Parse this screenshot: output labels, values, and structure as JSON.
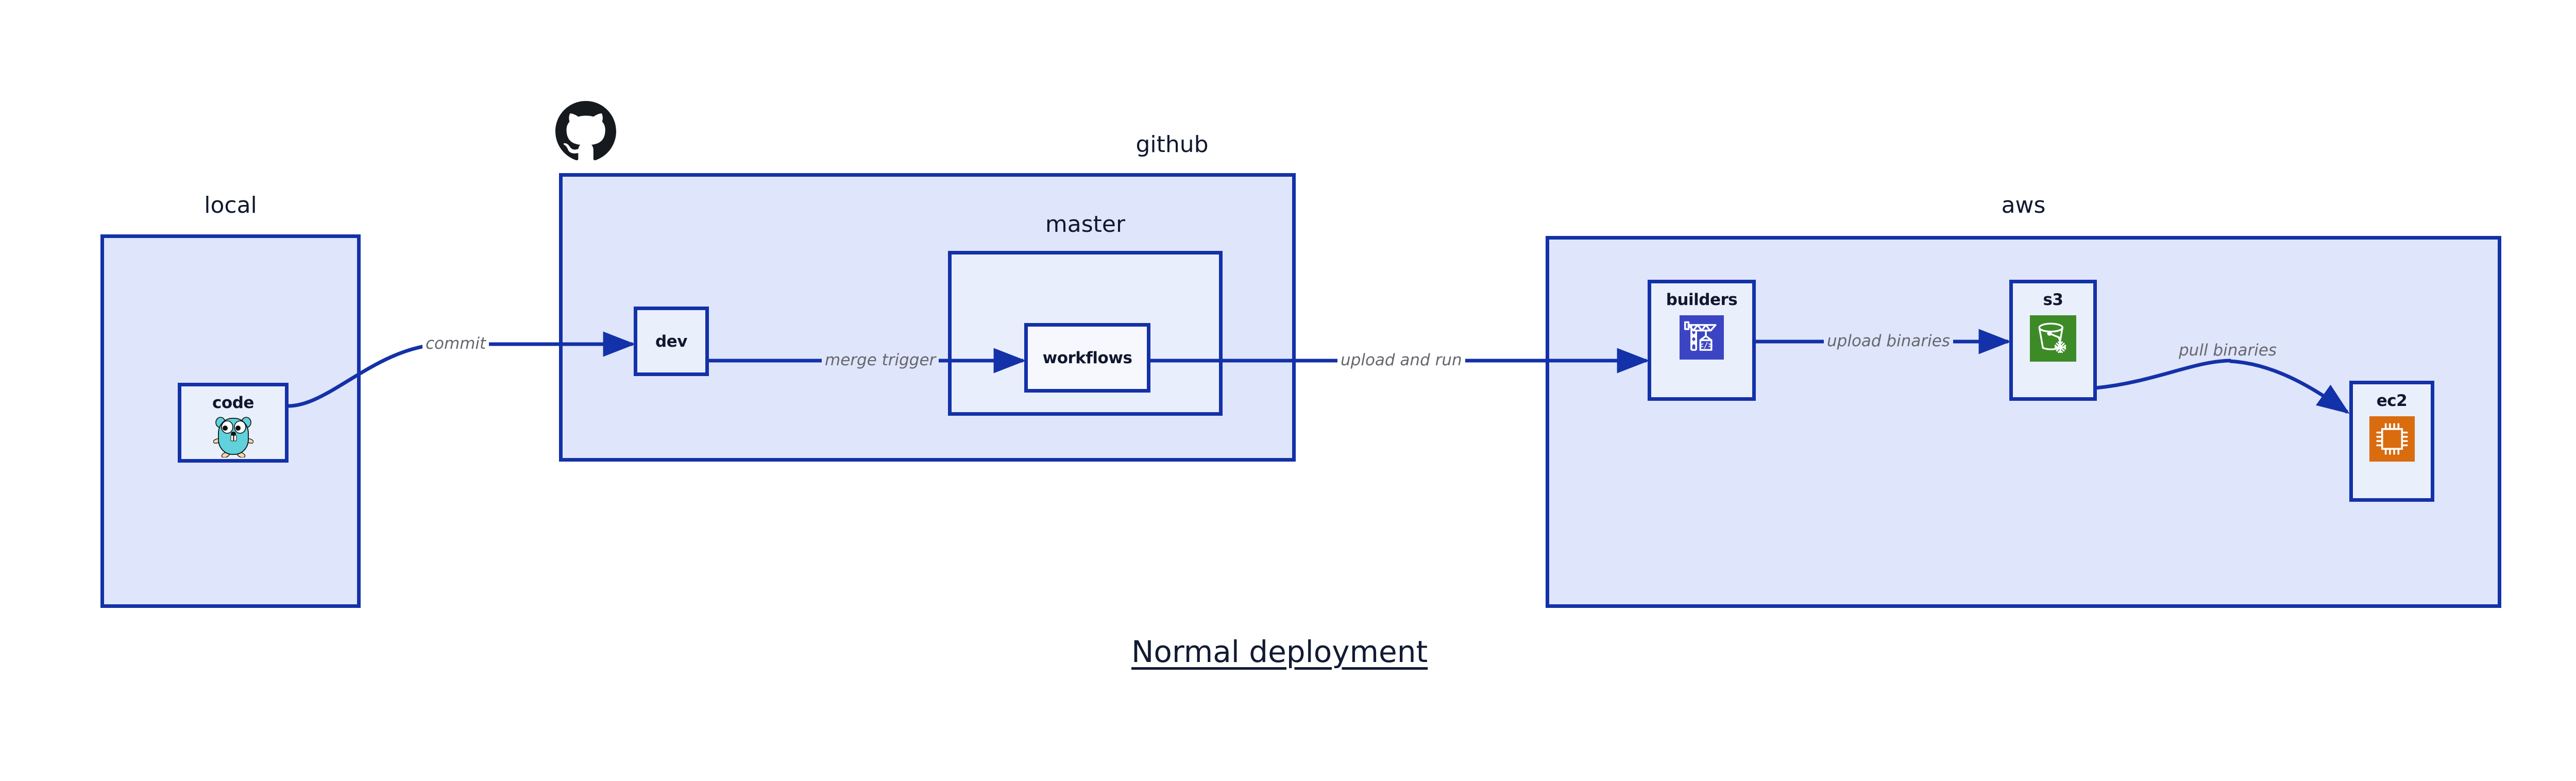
{
  "diagram": {
    "title": "Normal deployment",
    "accent_border": "#1331a8",
    "group_fill": "#dfe5fa",
    "inner_group_fill": "#e9eefc",
    "node_fill": "#eaeffc",
    "edge_label_color": "#66676e",
    "title_color": "#121a33"
  },
  "groups": [
    {
      "id": "local",
      "label": "local"
    },
    {
      "id": "github",
      "label": "github"
    },
    {
      "id": "master",
      "label": "master"
    },
    {
      "id": "aws",
      "label": "aws"
    }
  ],
  "nodes": [
    {
      "id": "code",
      "label": "code",
      "icon": "go-gopher-icon",
      "icon_color": "#5fd2dc"
    },
    {
      "id": "dev",
      "label": "dev",
      "icon": null,
      "icon_color": null
    },
    {
      "id": "workflows",
      "label": "workflows",
      "icon": null,
      "icon_color": null
    },
    {
      "id": "builders",
      "label": "builders",
      "icon": "crane-code-icon",
      "icon_color": "#3b45c4"
    },
    {
      "id": "s3",
      "label": "s3",
      "icon": "s3-bucket-icon",
      "icon_color": "#3d8b27"
    },
    {
      "id": "ec2",
      "label": "ec2",
      "icon": "cpu-chip-icon",
      "icon_color": "#da6c10"
    }
  ],
  "edges": [
    {
      "id": "commit",
      "label": "commit",
      "from": "code",
      "to": "dev"
    },
    {
      "id": "merge-trigger",
      "label": "merge trigger",
      "from": "dev",
      "to": "workflows"
    },
    {
      "id": "upload-and-run",
      "label": "upload and run",
      "from": "workflows",
      "to": "builders"
    },
    {
      "id": "upload-binaries",
      "label": "upload binaries",
      "from": "builders",
      "to": "s3"
    },
    {
      "id": "pull-binaries",
      "label": "pull binaries",
      "from": "s3",
      "to": "ec2"
    }
  ],
  "logos": [
    {
      "id": "github-octocat",
      "name": "github-octocat-icon",
      "color": "#16191d"
    }
  ]
}
